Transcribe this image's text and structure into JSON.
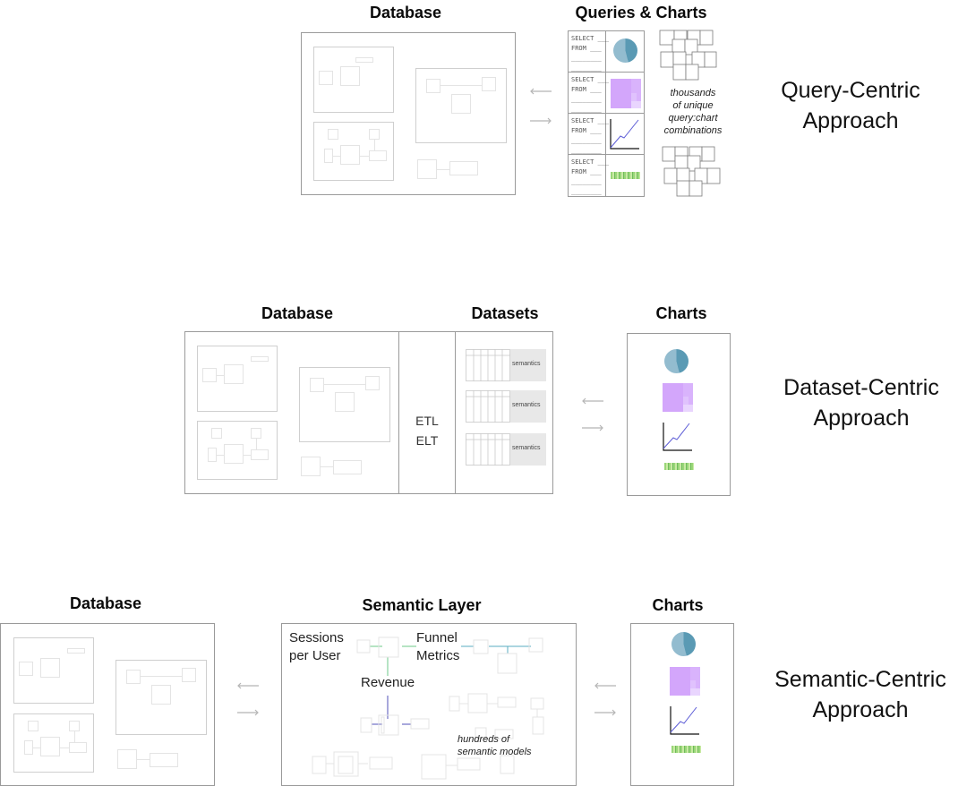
{
  "rows": {
    "query_centric": {
      "approach_label": [
        "Query-Centric",
        "Approach"
      ],
      "database_title": "Database",
      "queries_title": "Queries & Charts",
      "sql_lines": [
        "SELECT ___",
        "FROM ___",
        "________",
        "________"
      ],
      "note": [
        "thousands",
        "of unique",
        "query:chart",
        "combinations"
      ]
    },
    "dataset_centric": {
      "approach_label": [
        "Dataset-Centric",
        "Approach"
      ],
      "database_title": "Database",
      "datasets_title": "Datasets",
      "charts_title": "Charts",
      "etl_label": "ETL",
      "elt_label": "ELT",
      "semantics_label": "semantics"
    },
    "semantic_centric": {
      "approach_label": [
        "Semantic-Centric",
        "Approach"
      ],
      "database_title": "Database",
      "semantic_layer_title": "Semantic Layer",
      "charts_title": "Charts",
      "metric_sessions": [
        "Sessions",
        "per User"
      ],
      "metric_funnel": [
        "Funnel",
        "Metrics"
      ],
      "metric_revenue": "Revenue",
      "note": [
        "hundreds of",
        "semantic models"
      ]
    }
  },
  "colors": {
    "pie_dark": "#5a9ab4",
    "pie_light": "#93bccf",
    "treemap": "#d3a6fb",
    "line_series": "#5b5bd6",
    "heatmap_green": "#8fd16a",
    "link_green": "#6cc98a",
    "link_teal": "#5aaec0",
    "link_indigo": "#5050b8",
    "frame_border": "#9a9a9a"
  }
}
